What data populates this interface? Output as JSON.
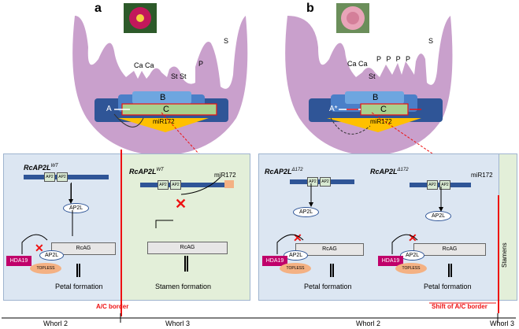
{
  "panel_a": {
    "letter": "a",
    "flower_labels": {
      "sepal": "S",
      "petal": "P",
      "carpel": "Ca Ca",
      "stamen": "St St"
    },
    "domains": {
      "b": "B",
      "c": "C",
      "a": "A"
    },
    "mirna": "miR172",
    "whorl2": {
      "gene": "RcAP2L",
      "sup": "WT",
      "ap2_box": "AP2",
      "protein": "AP2L",
      "target": "RcAG",
      "hda": "HDA19",
      "topless": "TOPLESS",
      "outcome": "Petal formation"
    },
    "whorl3": {
      "gene": "RcAP2L",
      "sup": "WT",
      "ap2_box": "AP2",
      "mirna": "miR172",
      "target": "RcAG",
      "outcome": "Stamen formation"
    },
    "border": "A/C border"
  },
  "panel_b": {
    "letter": "b",
    "flower_labels": {
      "sepal": "S",
      "petals": "P P P P",
      "carpel": "Ca Ca",
      "stamen": "St"
    },
    "domains": {
      "b": "B",
      "c": "C",
      "a": "A*"
    },
    "mirna": "miR172",
    "left": {
      "gene": "RcAP2L",
      "sup": "Δ172",
      "ap2_box": "AP2",
      "protein": "AP2L",
      "target": "RcAG",
      "hda": "HDA19",
      "topless": "TOPLESS",
      "outcome": "Petal formation"
    },
    "right": {
      "gene": "RcAP2L",
      "sup": "Δ172",
      "ap2_box": "AP2",
      "mirna": "miR172",
      "protein": "AP2L",
      "target": "RcAG",
      "hda": "HDA19",
      "topless": "TOPLESS",
      "outcome": "Petal formation"
    },
    "stamens": "Stamens",
    "shift": "Shift of A/C border"
  },
  "axis": {
    "whorl2_a": "Whorl 2",
    "whorl3_a": "Whorl 3",
    "whorl2_b": "Whorl 2",
    "whorl3_b": "Whorl 3"
  },
  "colors": {
    "flower": "#c9a0cc",
    "blue_panel": "#dce6f2",
    "green_panel": "#e3efd9",
    "domain_dark": "#2f5597",
    "domain_mid": "#4a7fc8",
    "domain_light": "#6ea6e0",
    "c_green": "#a9d18e",
    "mirna_orange": "#ffc000",
    "hda": "#c0006a",
    "topless": "#f4b183",
    "red": "#e11"
  }
}
